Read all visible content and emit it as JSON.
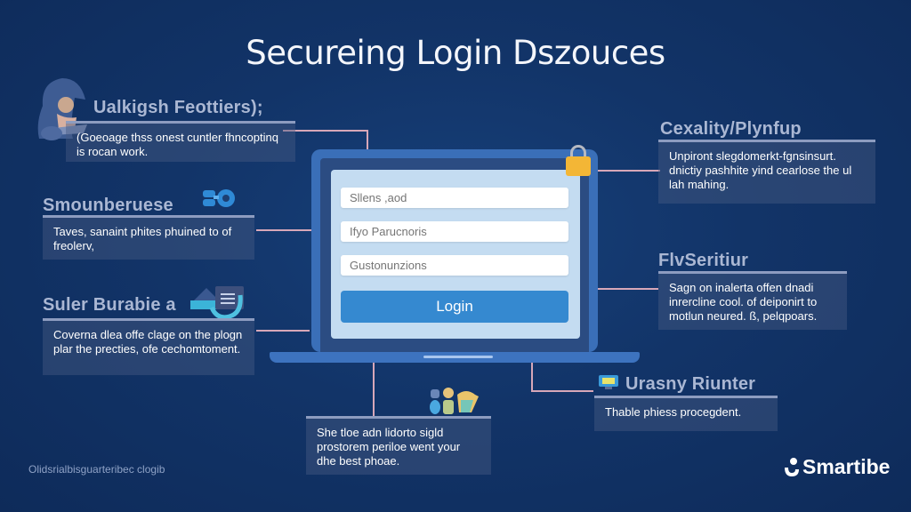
{
  "title": "Secureing Login Dszouces",
  "login_form": {
    "fields": [
      {
        "placeholder": "Sllens ,aod"
      },
      {
        "placeholder": "Ifyo Parucnoris"
      },
      {
        "placeholder": "Gustonunzions"
      }
    ],
    "login_button": "Login"
  },
  "callouts": {
    "left_top": {
      "title": "Ualkigsh Feottiers);",
      "text": "(Goeoage thss onest cuntler fhncoptinq is rocan work.",
      "icon": "hooded-hacker-icon"
    },
    "left_middle": {
      "title": "Smounberuese",
      "text": "Taves, sanaint phites phuined to of freolerv,",
      "icon": "network-nodes-icon"
    },
    "left_bottom": {
      "title": "Suler Burabie a",
      "text": "Coverna dlea offe clage on the plogn plar the precties, ofe cechomtoment.",
      "icon": "device-shield-icon"
    },
    "right_top": {
      "title": "Cexality/Plynfup",
      "text": "Unpiront slegdomerkt-fgnsinsurt. dnictiy pashhite yind cearlose the ul lah mahing.",
      "icon": "padlock-icon"
    },
    "right_middle": {
      "title": "FlvSeritiur",
      "text": "Sagn on inalerta offen dnadi inrercline cool. of deiponirt to motlun neured. ß, pelqpoars."
    },
    "right_bottom": {
      "title": "Urasny Riunter",
      "text": "Thable phiess procegdent.",
      "icon": "monitor-icon"
    },
    "bottom_center": {
      "text": "She tloe adn lidorto sigld prostorem periloe went your dhe best phoae.",
      "icon": "people-group-icon"
    }
  },
  "footer": {
    "left_text": "Olidsrialbisguarteribec clogib",
    "brand": "Smartibe"
  },
  "colors": {
    "background": "#123468",
    "accent_blue": "#3589d0",
    "connector": "#d7a7b8",
    "lock_gold": "#f3b636"
  }
}
